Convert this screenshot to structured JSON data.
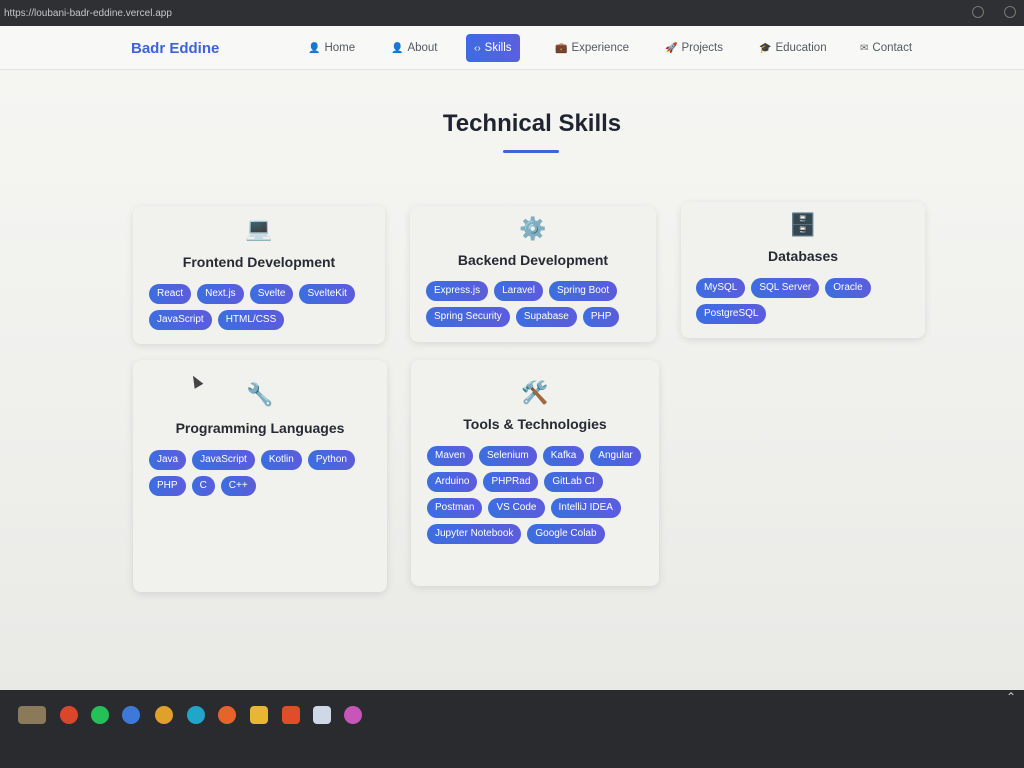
{
  "browser": {
    "url": "https://loubani-badr-eddine.vercel.app"
  },
  "nav": {
    "brand": "Badr Eddine",
    "items": [
      {
        "label": "Home",
        "icon": "user-icon"
      },
      {
        "label": "About",
        "icon": "user-icon"
      },
      {
        "label": "Skills",
        "icon": "code-icon"
      },
      {
        "label": "Experience",
        "icon": "briefcase-icon"
      },
      {
        "label": "Projects",
        "icon": "rocket-icon"
      },
      {
        "label": "Education",
        "icon": "graduation-cap-icon"
      },
      {
        "label": "Contact",
        "icon": "envelope-icon"
      }
    ],
    "active": "Skills"
  },
  "section": {
    "title": "Technical Skills",
    "accent": "#3f63d9"
  },
  "cards": [
    {
      "icon": "💻",
      "title": "Frontend Development",
      "tags": [
        "React",
        "Next.js",
        "Svelte",
        "SvelteKit",
        "JavaScript",
        "HTML/CSS"
      ]
    },
    {
      "icon": "⚙️",
      "title": "Backend Development",
      "tags": [
        "Express.js",
        "Laravel",
        "Spring Boot",
        "Spring Security",
        "Supabase",
        "PHP"
      ]
    },
    {
      "icon": "🗄️",
      "title": "Databases",
      "tags": [
        "MySQL",
        "SQL Server",
        "Oracle",
        "PostgreSQL"
      ]
    },
    {
      "icon": "🔧",
      "title": "Programming Languages",
      "tags": [
        "Java",
        "JavaScript",
        "Kotlin",
        "Python",
        "PHP",
        "C",
        "C++"
      ]
    },
    {
      "icon": "🛠️",
      "title": "Tools & Technologies",
      "tags": [
        "Maven",
        "Selenium",
        "Kafka",
        "Angular",
        "Arduino",
        "PHPRad",
        "GitLab CI",
        "Postman",
        "VS Code",
        "IntelliJ IDEA",
        "Jupyter Notebook",
        "Google Colab"
      ]
    }
  ],
  "taskbar": {
    "icons": [
      "weather-icon",
      "chrome-icon",
      "whatsapp-icon",
      "app-store-icon",
      "chrome-icon",
      "edge-icon",
      "firefox-icon",
      "file-explorer-icon",
      "brave-icon",
      "app-icon",
      "photos-icon"
    ]
  }
}
